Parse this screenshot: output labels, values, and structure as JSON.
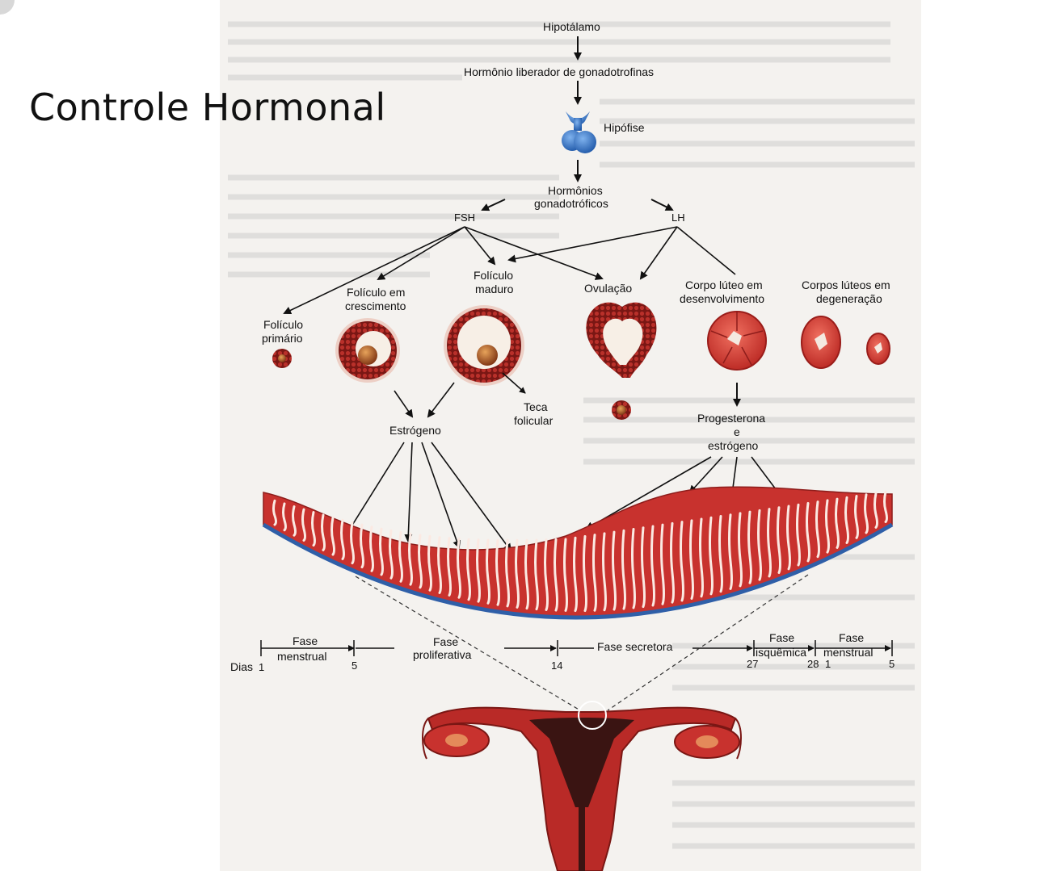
{
  "slide": {
    "title": "Controle Hormonal"
  },
  "labels": {
    "hipotalamo": "Hipotálamo",
    "gnrh": "Hormônio liberador de gonadotrofinas",
    "hipofise": "Hipófise",
    "gonadotroficos_1": "Hormônios",
    "gonadotroficos_2": "gonadotróficos",
    "fsh": "FSH",
    "lh": "LH",
    "foliculo_primario_1": "Folículo",
    "foliculo_primario_2": "primário",
    "foliculo_crescimento_1": "Folículo em",
    "foliculo_crescimento_2": "crescimento",
    "foliculo_maduro_1": "Folículo",
    "foliculo_maduro_2": "maduro",
    "ovulacao": "Ovulação",
    "corpo_luteo_1": "Corpo lúteo em",
    "corpo_luteo_2": "desenvolvimento",
    "corpos_luteos_1": "Corpos lúteos em",
    "corpos_luteos_2": "degeneração",
    "teca_1": "Teca",
    "teca_2": "folicular",
    "estrogeno": "Estrógeno",
    "progesterona_1": "Progesterona",
    "progesterona_2": "e",
    "progesterona_3": "estrógeno"
  },
  "timeline": {
    "dias": "Dias",
    "fase_menstrual_1": "Fase",
    "fase_menstrual_2": "menstrual",
    "fase_proliferativa_1": "Fase",
    "fase_proliferativa_2": "proliferativa",
    "fase_secretora": "Fase secretora",
    "fase_isquemica_1": "Fase",
    "fase_isquemica_2": "isquêmica",
    "fase_menstrual2_1": "Fase",
    "fase_menstrual2_2": "menstrual",
    "day_1": "1",
    "day_5": "5",
    "day_14": "14",
    "day_27": "27",
    "day_28": "28",
    "day_1b": "1",
    "day_5b": "5"
  },
  "colors": {
    "tissue": "#c8322e",
    "tissue_dark": "#8e1d1b",
    "basal": "#2f5fa8",
    "pituitary": "#2e6fc4",
    "arrow": "#111111"
  }
}
